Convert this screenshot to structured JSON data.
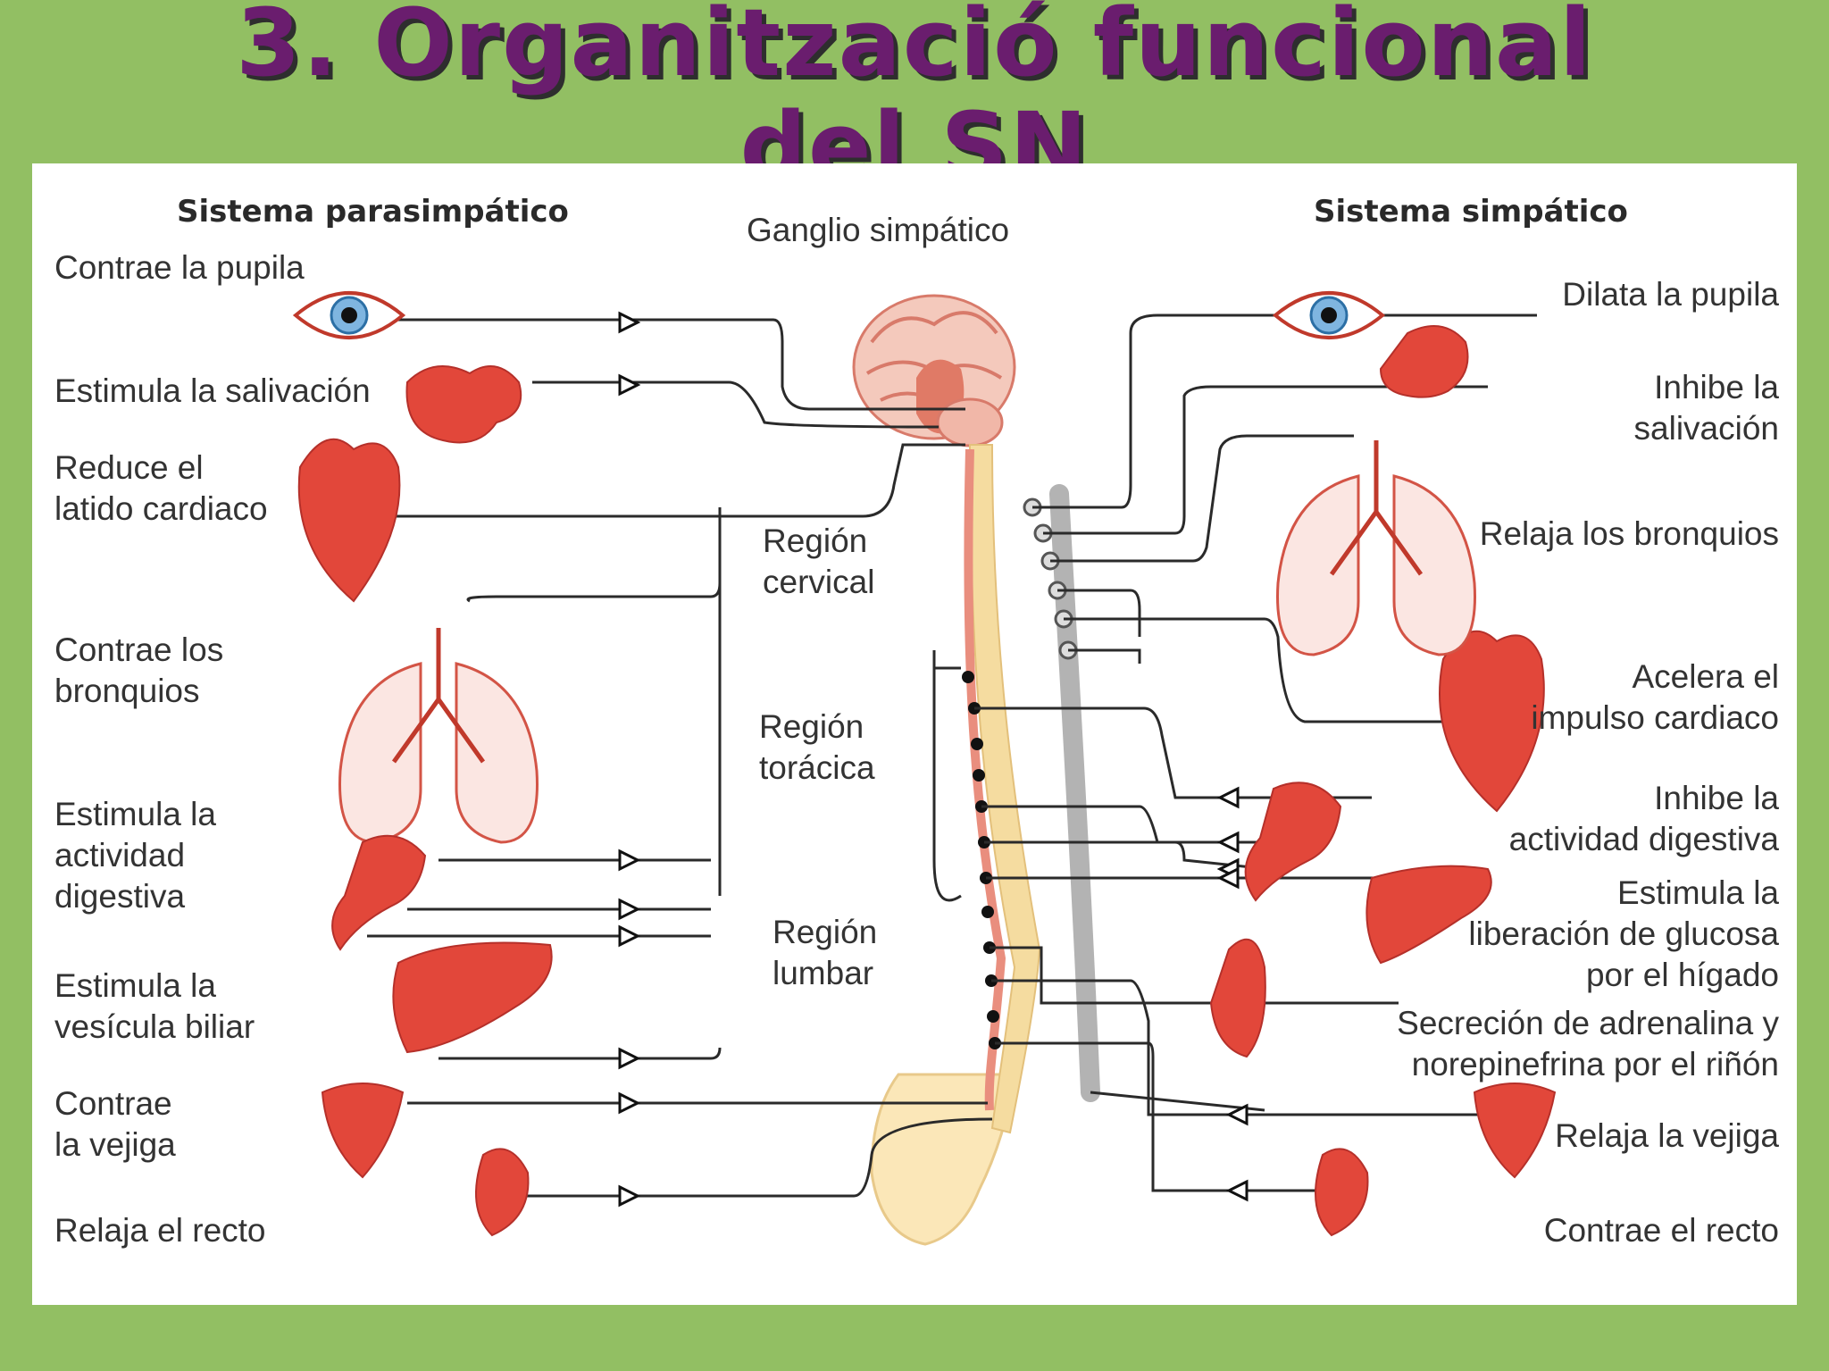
{
  "title": {
    "line1": "3. Organització funcional",
    "line2": "del SN"
  },
  "diagram": {
    "parasympathetic_heading": "Sistema parasimpático",
    "sympathetic_heading": "Sistema simpático",
    "center_labels": {
      "ganglion": "Ganglio simpático",
      "cervical": "Región\ncervical",
      "thoracic": "Región\ntorácica",
      "lumbar": "Región\nlumbar"
    },
    "parasympathetic_effects": [
      "Contrae la pupila",
      "Estimula la salivación",
      "Reduce el\nlatido cardiaco",
      "Contrae los\nbronquios",
      "Estimula la\nactividad\ndigestiva",
      "Estimula la\nvesícula biliar",
      "Contrae\nla vejiga",
      "Relaja el recto"
    ],
    "sympathetic_effects": [
      "Dilata la pupila",
      "Inhibe la\nsalivación",
      "Relaja los bronquios",
      "Acelera el\nimpulso cardiaco",
      "Inhibe la\nactividad digestiva",
      "Estimula la\nliberación de glucosa\npor el hígado",
      "Secreción de adrenalina y\nnorepinefrina por el riñón",
      "Relaja la vejiga",
      "Contrae el recto"
    ]
  },
  "colors": {
    "background": "#92bf63",
    "title": "#6a1d6e",
    "organ": "#e2473a",
    "spine": "#f5dca0",
    "cord": "#e98e7e",
    "ganglia": "#a9a9a9"
  }
}
